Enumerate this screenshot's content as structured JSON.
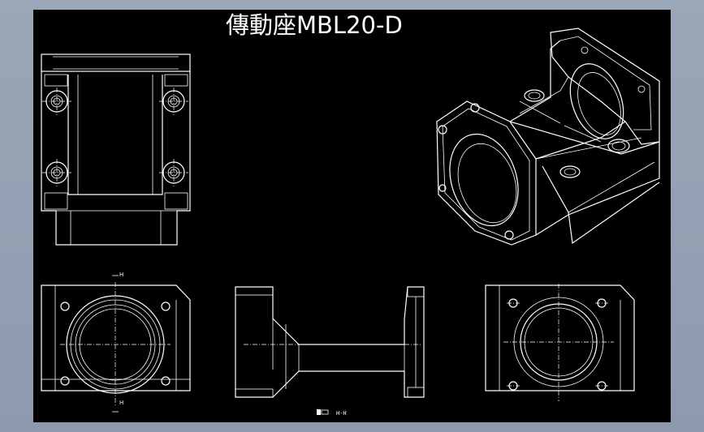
{
  "drawing": {
    "title": "傳動座MBL20-D",
    "section_label": "H",
    "section_caption": "H-H"
  },
  "colors": {
    "background": "#9aa7b8",
    "canvas": "#000000",
    "lines": "#ffffff"
  },
  "views": [
    {
      "name": "top-view"
    },
    {
      "name": "isometric-view"
    },
    {
      "name": "front-view"
    },
    {
      "name": "section-view-h-h"
    },
    {
      "name": "rear-view"
    }
  ]
}
